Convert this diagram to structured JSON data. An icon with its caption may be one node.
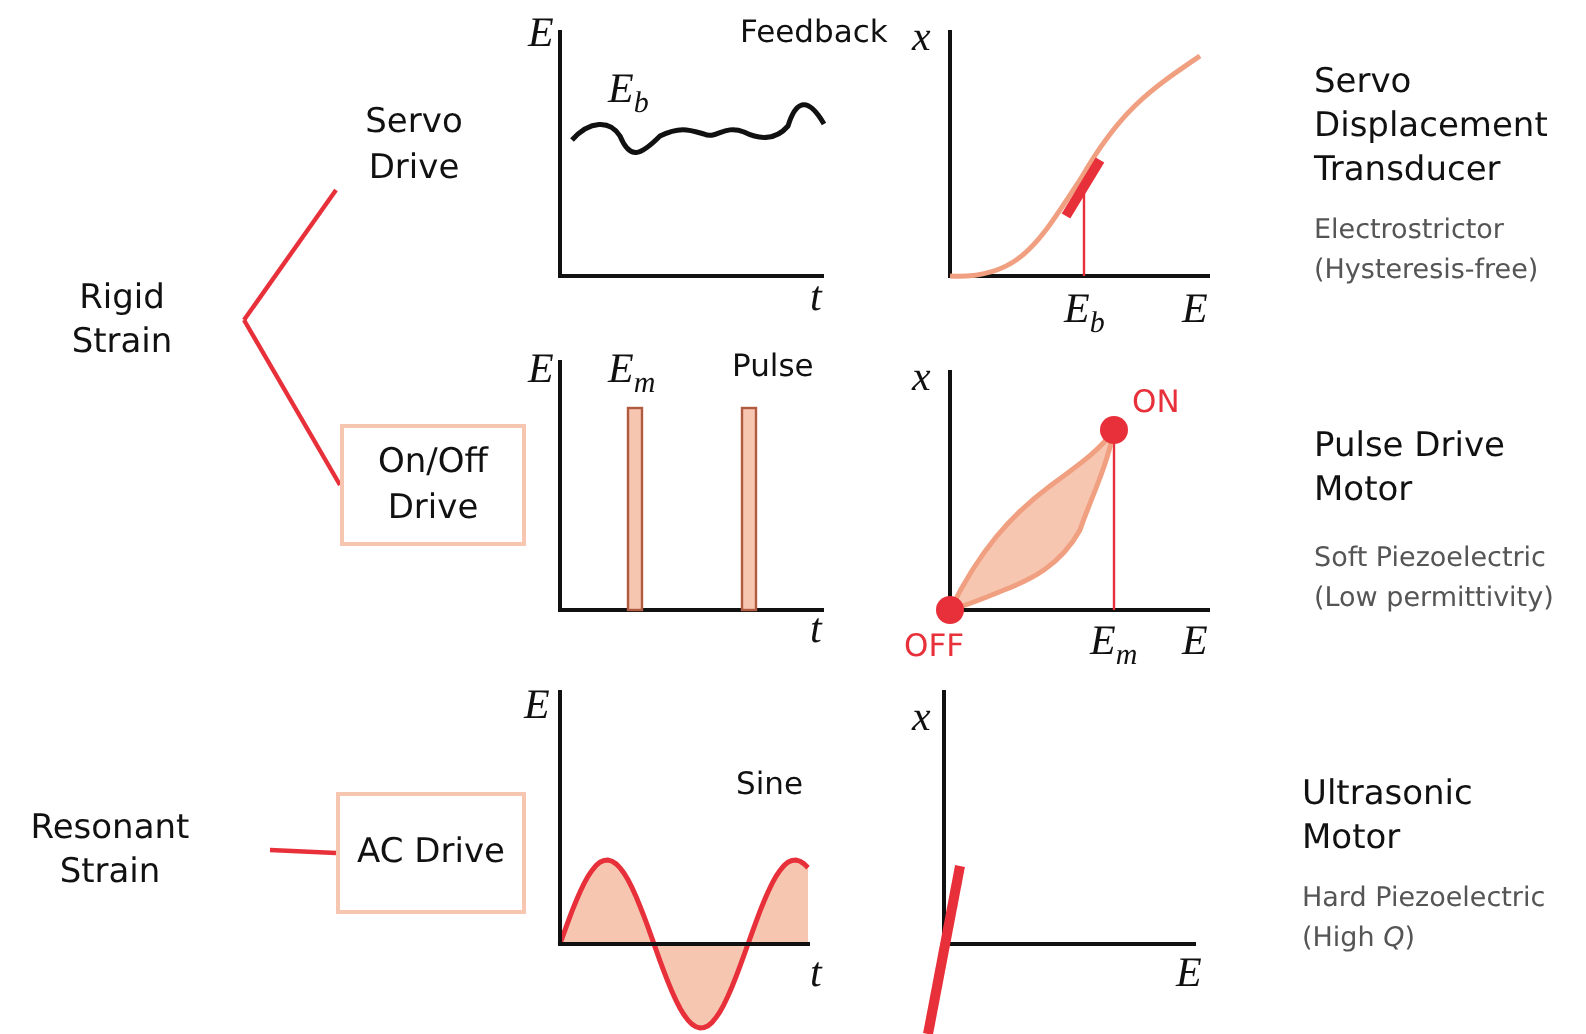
{
  "diagram": {
    "nodes": [
      {
        "text": [
          "Rigid Strain"
        ]
      },
      {
        "text": [
          "Servo Drive"
        ]
      },
      {
        "text": [
          "On/Off Drive"
        ]
      },
      {
        "text": [
          "Resonant Strain"
        ]
      },
      {
        "text": [
          "AC Drive"
        ]
      }
    ],
    "edges": [
      {
        "from": 0,
        "to": 1,
        "arrow": "none"
      },
      {
        "from": 0,
        "to": 2,
        "arrow": "none"
      },
      {
        "from": 3,
        "to": 4,
        "arrow": "none"
      }
    ],
    "labels": [
      "E",
      "Feedback",
      "*E*$_{b}$",
      "t",
      "x",
      "*E*$_{b}$",
      "E",
      "Servo Displacement Transducer",
      "Electrostrictor (Hysteresis-free)",
      "E",
      "*E*$_{m}$",
      "Pulse",
      "t",
      "x",
      "ON",
      "OFF",
      "*E*$_{m}$",
      "E",
      "Pulse Drive Motor",
      "Soft Piezoelectric (Low permittivity)",
      "E",
      "Sine",
      "t",
      "x",
      "E",
      "Ultrasonic Motor",
      "Hard Piezoelectric (High *Q*)"
    ]
  }
}
